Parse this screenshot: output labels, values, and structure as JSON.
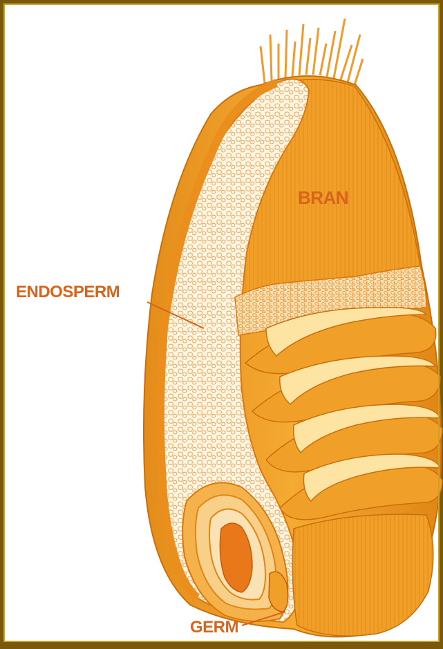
{
  "labels": {
    "bran": "BRAN",
    "endosperm": "ENDOSPERM",
    "germ": "GERM"
  },
  "colors": {
    "frame_outer": "#7a5a0a",
    "frame_inner": "#c9a227",
    "bran_main": "#f0a028",
    "bran_dark": "#d9820f",
    "bran_light": "#f7c766",
    "layer_cream": "#fde4a3",
    "endosperm_fill": "#fff6e4",
    "label_color": "#d8641a"
  }
}
